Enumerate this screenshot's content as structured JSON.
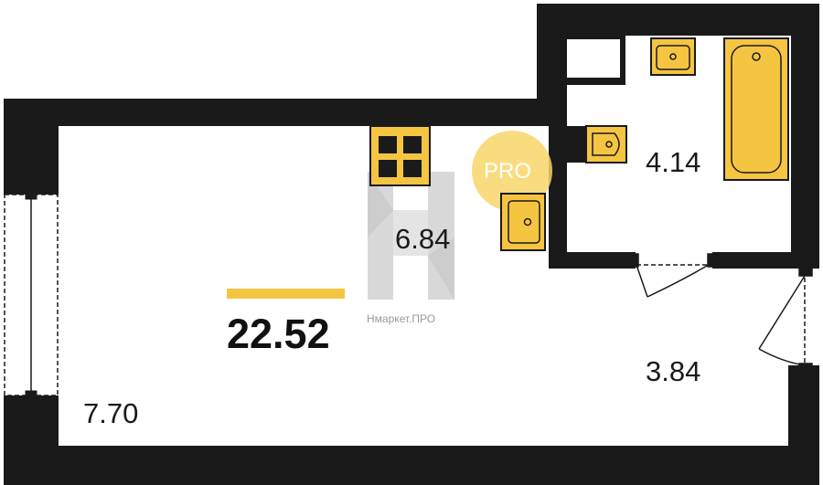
{
  "plan": {
    "total_area": "22.52",
    "rooms": [
      {
        "id": "room-main",
        "area": "7.70"
      },
      {
        "id": "kitchen",
        "area": "6.84"
      },
      {
        "id": "bathroom",
        "area": "4.14"
      },
      {
        "id": "hallway",
        "area": "3.84"
      }
    ]
  },
  "watermark": {
    "brand_text": "Нмаркет.ПРО",
    "badge_text": "PRO"
  },
  "colors": {
    "wall": "#1a1a1a",
    "fixture": "#f5c542",
    "fixture_stroke": "#7a5a00",
    "accent_bar": "#f5c542",
    "badge": "#f9d66a"
  }
}
